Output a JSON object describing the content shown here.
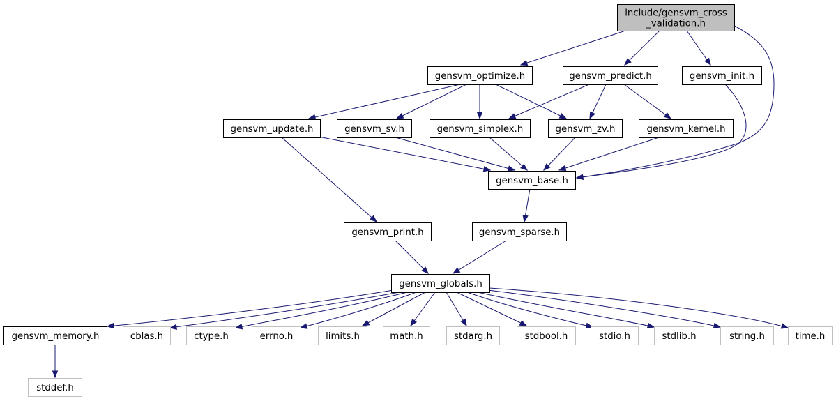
{
  "diagram": {
    "title": "",
    "colors": {
      "edge": "#191970",
      "node_border": "#000000",
      "external_border": "#bfbfbf",
      "external_text": "#000000",
      "root_fill": "#bfbfbf",
      "node_fill": "#ffffff"
    },
    "nodes": [
      {
        "id": "root",
        "lines": [
          "include/gensvm_cross",
          "_validation.h"
        ],
        "kind": "root"
      },
      {
        "id": "optimize",
        "lines": [
          "gensvm_optimize.h"
        ],
        "kind": "file"
      },
      {
        "id": "predict",
        "lines": [
          "gensvm_predict.h"
        ],
        "kind": "file"
      },
      {
        "id": "init",
        "lines": [
          "gensvm_init.h"
        ],
        "kind": "file"
      },
      {
        "id": "update",
        "lines": [
          "gensvm_update.h"
        ],
        "kind": "file"
      },
      {
        "id": "sv",
        "lines": [
          "gensvm_sv.h"
        ],
        "kind": "file"
      },
      {
        "id": "simplex",
        "lines": [
          "gensvm_simplex.h"
        ],
        "kind": "file"
      },
      {
        "id": "zv",
        "lines": [
          "gensvm_zv.h"
        ],
        "kind": "file"
      },
      {
        "id": "kernel",
        "lines": [
          "gensvm_kernel.h"
        ],
        "kind": "file"
      },
      {
        "id": "base",
        "lines": [
          "gensvm_base.h"
        ],
        "kind": "file"
      },
      {
        "id": "print",
        "lines": [
          "gensvm_print.h"
        ],
        "kind": "file"
      },
      {
        "id": "sparse",
        "lines": [
          "gensvm_sparse.h"
        ],
        "kind": "file"
      },
      {
        "id": "globals",
        "lines": [
          "gensvm_globals.h"
        ],
        "kind": "file"
      },
      {
        "id": "memory",
        "lines": [
          "gensvm_memory.h"
        ],
        "kind": "file"
      },
      {
        "id": "cblas",
        "lines": [
          "cblas.h"
        ],
        "kind": "external"
      },
      {
        "id": "ctype",
        "lines": [
          "ctype.h"
        ],
        "kind": "external"
      },
      {
        "id": "errno",
        "lines": [
          "errno.h"
        ],
        "kind": "external"
      },
      {
        "id": "limits",
        "lines": [
          "limits.h"
        ],
        "kind": "external"
      },
      {
        "id": "math",
        "lines": [
          "math.h"
        ],
        "kind": "external"
      },
      {
        "id": "stdarg",
        "lines": [
          "stdarg.h"
        ],
        "kind": "external"
      },
      {
        "id": "stdbool",
        "lines": [
          "stdbool.h"
        ],
        "kind": "external"
      },
      {
        "id": "stdio",
        "lines": [
          "stdio.h"
        ],
        "kind": "external"
      },
      {
        "id": "stdlib",
        "lines": [
          "stdlib.h"
        ],
        "kind": "external"
      },
      {
        "id": "string",
        "lines": [
          "string.h"
        ],
        "kind": "external"
      },
      {
        "id": "time",
        "lines": [
          "time.h"
        ],
        "kind": "external"
      },
      {
        "id": "stddef",
        "lines": [
          "stddef.h"
        ],
        "kind": "external"
      }
    ],
    "edges": [
      [
        "root",
        "optimize"
      ],
      [
        "root",
        "predict"
      ],
      [
        "root",
        "init"
      ],
      [
        "root",
        "base"
      ],
      [
        "optimize",
        "update"
      ],
      [
        "optimize",
        "sv"
      ],
      [
        "optimize",
        "simplex"
      ],
      [
        "optimize",
        "zv"
      ],
      [
        "predict",
        "simplex"
      ],
      [
        "predict",
        "zv"
      ],
      [
        "predict",
        "kernel"
      ],
      [
        "init",
        "base"
      ],
      [
        "update",
        "base"
      ],
      [
        "update",
        "print"
      ],
      [
        "sv",
        "base"
      ],
      [
        "simplex",
        "base"
      ],
      [
        "zv",
        "base"
      ],
      [
        "kernel",
        "base"
      ],
      [
        "base",
        "sparse"
      ],
      [
        "print",
        "globals"
      ],
      [
        "sparse",
        "globals"
      ],
      [
        "globals",
        "memory"
      ],
      [
        "globals",
        "cblas"
      ],
      [
        "globals",
        "ctype"
      ],
      [
        "globals",
        "errno"
      ],
      [
        "globals",
        "limits"
      ],
      [
        "globals",
        "math"
      ],
      [
        "globals",
        "stdarg"
      ],
      [
        "globals",
        "stdbool"
      ],
      [
        "globals",
        "stdio"
      ],
      [
        "globals",
        "stdlib"
      ],
      [
        "globals",
        "string"
      ],
      [
        "globals",
        "time"
      ],
      [
        "memory",
        "stddef"
      ]
    ]
  }
}
